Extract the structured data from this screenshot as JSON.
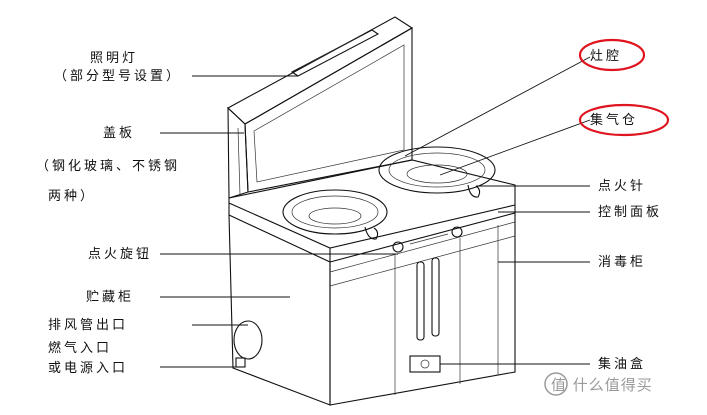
{
  "labels": {
    "lighting_lamp": "照明灯",
    "lighting_note": "（部分型号设置）",
    "cover_plate": "盖板",
    "cover_material": "（钢化玻璃、不锈钢",
    "cover_material_2": "两种）",
    "ignition_knob": "点火旋钮",
    "storage_cabinet": "贮藏柜",
    "exhaust_outlet": "排风管出口",
    "gas_inlet": "燃气入口",
    "power_inlet": "或电源入口",
    "stove_chamber": "灶腔",
    "gas_collector": "集气仓",
    "ignition_needle": "点火针",
    "control_panel": "控制面板",
    "disinfection_cabinet": "消毒柜",
    "oil_box": "集油盒"
  },
  "watermark": "值 什么值得买",
  "colors": {
    "line": "#111111",
    "highlight": "#e0141e",
    "watermark": "#9a9a9a"
  }
}
